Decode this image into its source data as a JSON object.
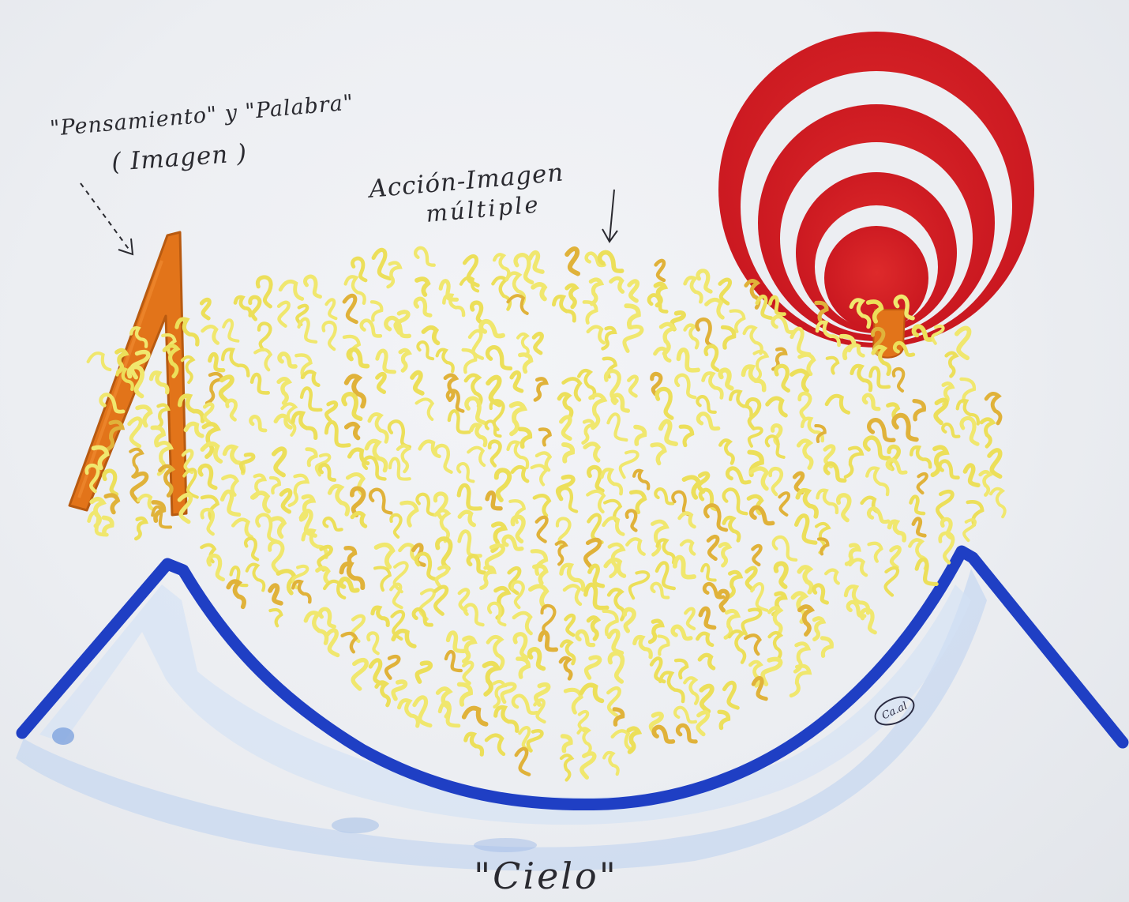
{
  "labels": {
    "thought_word": "\"Pensamiento\" y \"Palabra\"",
    "image": "( Imagen )",
    "action_image": "Acción-Imagen",
    "multiple": "múltiple",
    "sky": "\"Cielo\""
  },
  "signature": "Ca.al",
  "colors": {
    "paper": "#eceef2",
    "figure_orange": "#e2741a",
    "marks_yellow": "#ecdf5a",
    "sun_red": "#d51d24",
    "sky_blue": "#1f3fc4",
    "wash_blue": "#a9c4ec",
    "ink": "#2a2a30"
  },
  "icons": {
    "figure": "orange-lambda-figure",
    "sun": "red-concentric-rings-sun",
    "sky": "blue-curved-sky-line",
    "marks": "yellow-squiggle-marks",
    "arrow_left": "dashed-arrow",
    "arrow_right": "down-arrow"
  }
}
